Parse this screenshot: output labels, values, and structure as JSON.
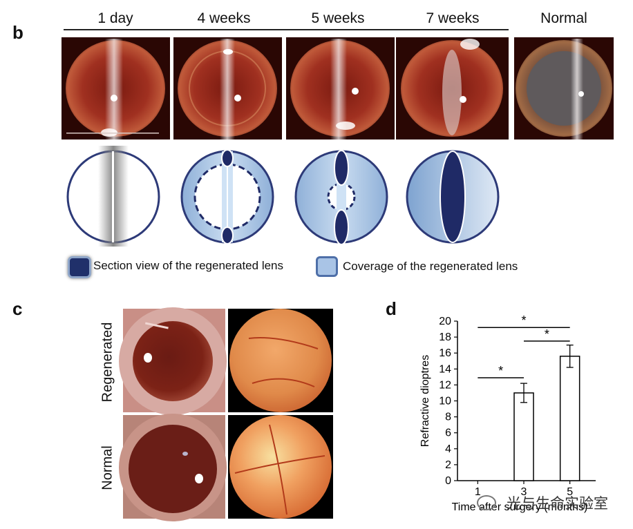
{
  "panel_b": {
    "letter": "b",
    "columns": [
      "1 day",
      "4 weeks",
      "5 weeks",
      "7 weeks",
      "Normal"
    ],
    "legend": [
      {
        "label": "Section view of the regenerated lens",
        "color": "#20306a"
      },
      {
        "label": "Coverage of the regenerated lens",
        "color": "#a9c4e6"
      }
    ]
  },
  "panel_c": {
    "letter": "c",
    "rows": [
      "Regenerated",
      "Normal"
    ]
  },
  "panel_d": {
    "letter": "d"
  },
  "watermark": "光与生命实验室",
  "chart_data": {
    "type": "bar",
    "categories": [
      "1",
      "3",
      "5"
    ],
    "values": [
      0,
      11.0,
      15.6
    ],
    "errors": [
      0,
      1.2,
      1.4
    ],
    "xlabel": "Time after surgery (months)",
    "ylabel": "Refractive dioptres",
    "ylim": [
      0,
      20
    ],
    "yticks": [
      0,
      2,
      4,
      6,
      8,
      10,
      12,
      14,
      16,
      18,
      20
    ],
    "significance": [
      {
        "from": "1",
        "to": "3",
        "label": "*"
      },
      {
        "from": "1",
        "to": "5",
        "label": "*"
      },
      {
        "from": "3",
        "to": "5",
        "label": "*"
      }
    ]
  }
}
